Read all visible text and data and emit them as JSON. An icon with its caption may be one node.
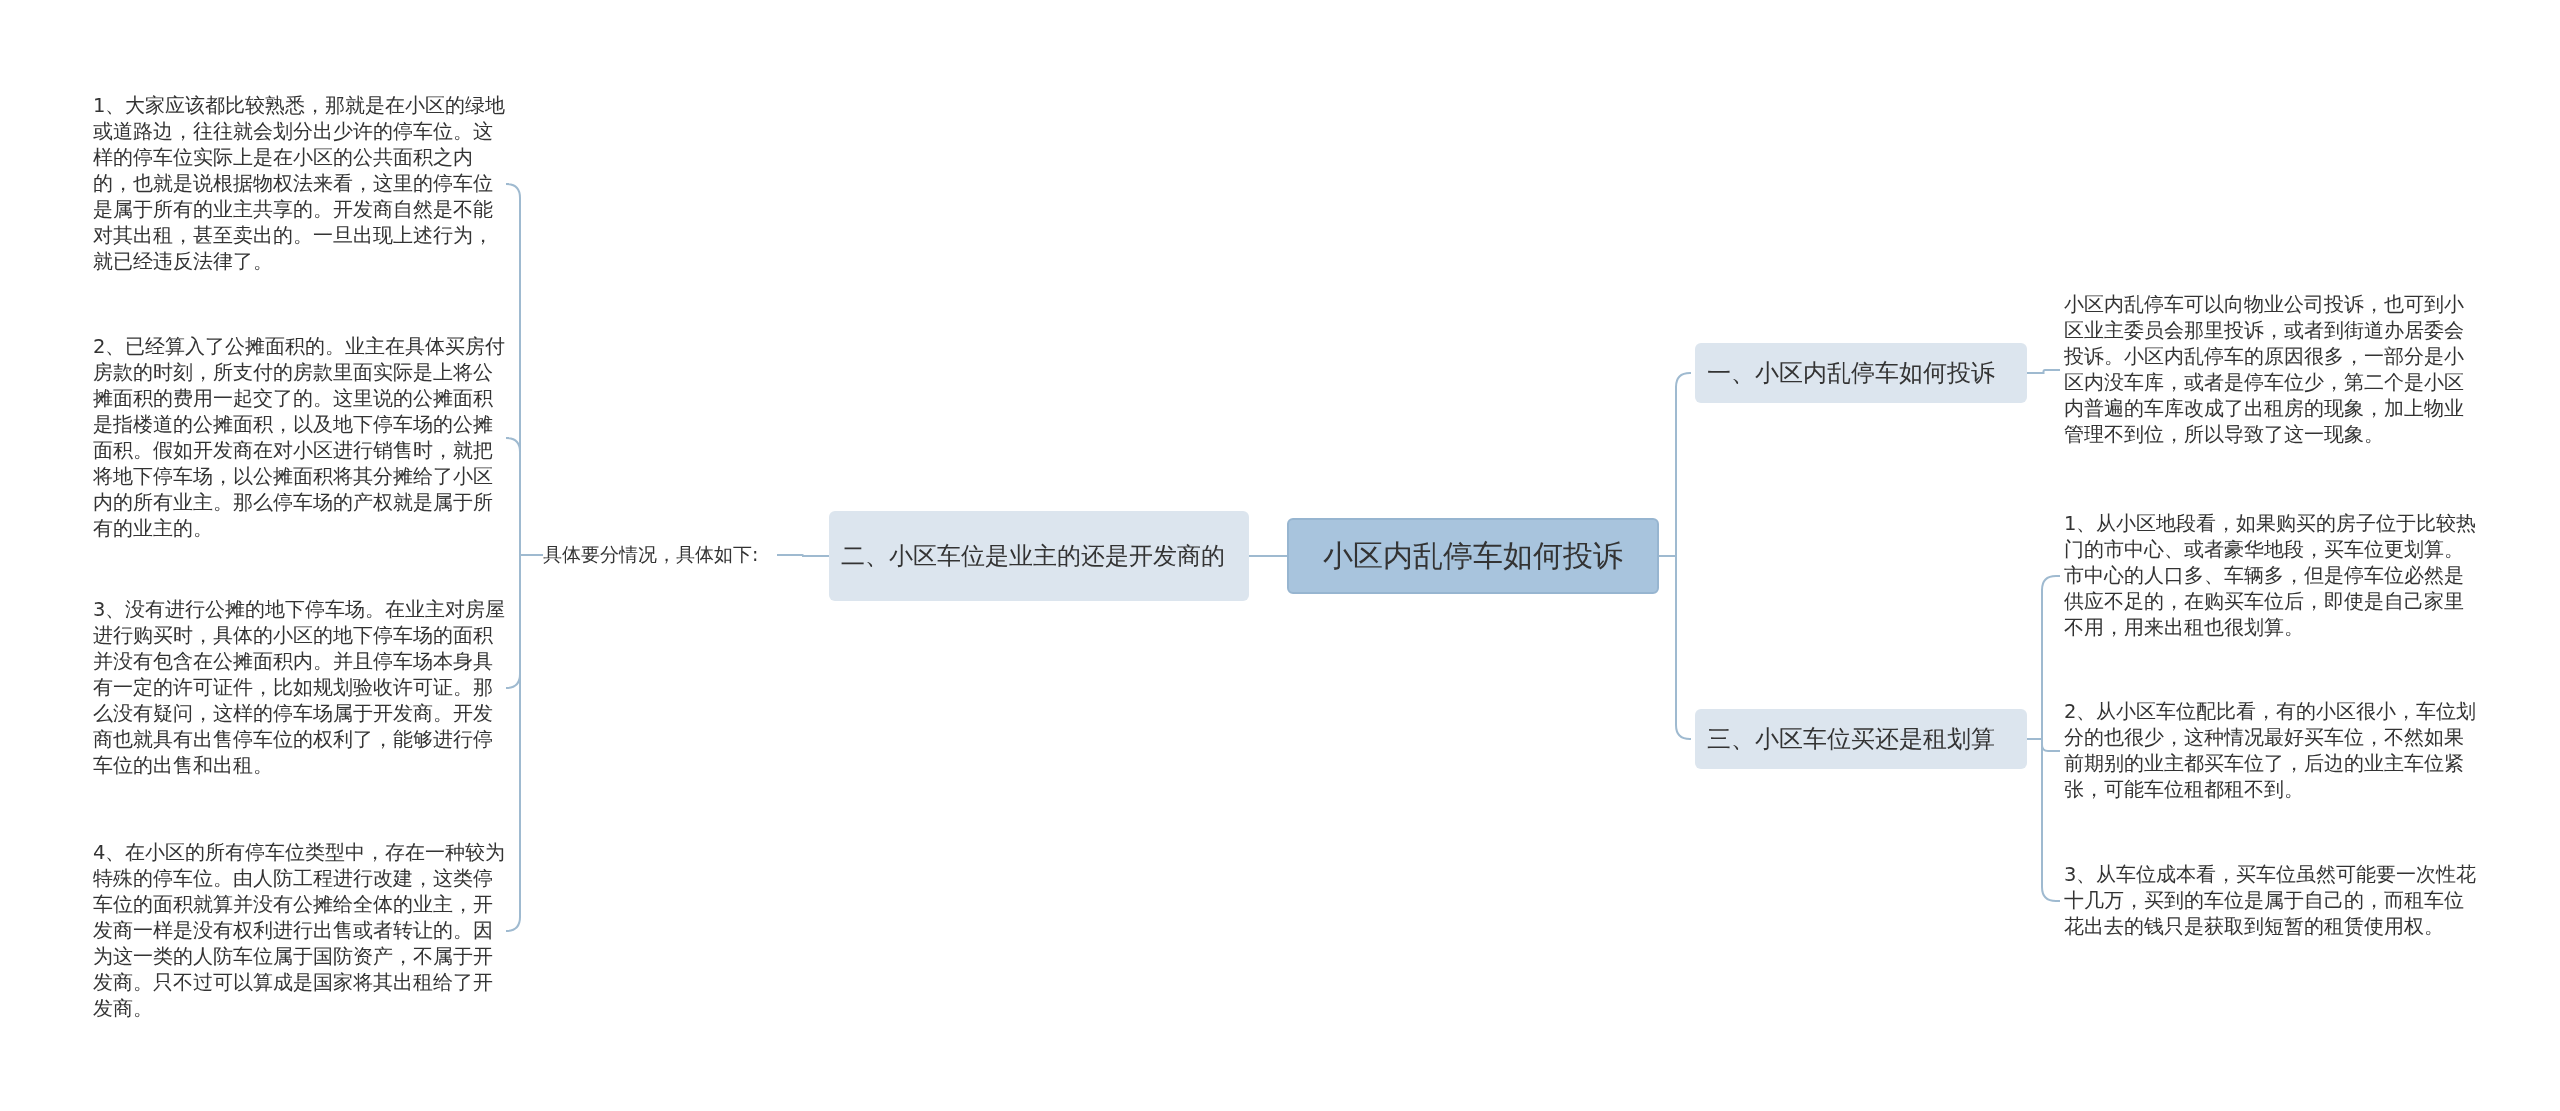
{
  "diagram": {
    "nodes": [
      {
        "text": [
          "小区内乱停车如何投诉"
        ]
      },
      {
        "text": [
          "二、小区车位是业主的还是开发商的"
        ]
      },
      {
        "text": [
          "具体要分情况，具体如下:"
        ]
      },
      {
        "text": [
          "1、大家应该都比较熟悉，那就是在小区的绿地或道路边，往往就会划分出少许的停车位。这样的停车位实际上是在小区的公共面积之内的，也就是说根据物权法来看，这里的停车位是属于所有的业主共享的。开发商自然是不能对其出租，甚至卖出的。一旦出现上述行为，就已经违反法律了。"
        ]
      },
      {
        "text": [
          "2、已经算入了公摊面积的。业主在具体买房付房款的时刻，所支付的房款里面实际是上将公摊面积的费用一起交了的。这里说的公摊面积是指楼道的公摊面积，以及地下停车场的公摊面积。假如开发商在对小区进行销售时，就把将地下停车场，以公摊面积将其分摊给了小区内的所有业主。那么停车场的产权就是属于所有的业主的。"
        ]
      },
      {
        "text": [
          "3、没有进行公摊的地下停车场。在业主对房屋进行购买时，具体的小区的地下停车场的面积并没有包含在公摊面积内。并且停车场本身具有一定的许可证件，比如规划验收许可证。那么没有疑问，这样的停车场属于开发商。开发商也就具有出售停车位的权利了，能够进行停车位的出售和出租。"
        ]
      },
      {
        "text": [
          "4、在小区的所有停车位类型中，存在一种较为特殊的停车位。由人防工程进行改建，这类停车位的面积就算并没有公摊给全体的业主，开发商一样是没有权利进行出售或者转让的。因为这一类的人防车位属于国防资产，不属于开发商。只不过可以算成是国家将其出租给了开发商。"
        ]
      },
      {
        "text": [
          "一、小区内乱停车如何投诉"
        ]
      },
      {
        "text": [
          "小区内乱停车可以向物业公司投诉，也可到小区业主委员会那里投诉，或者到街道办居委会投诉。小区内乱停车的原因很多，一部分是小区内没车库，或者是停车位少，第二个是小区内普遍的车库改成了出租房的现象，加上物业管理不到位，所以导致了这一现象。"
        ]
      },
      {
        "text": [
          "三、小区车位买还是租划算"
        ]
      },
      {
        "text": [
          "1、从小区地段看，如果购买的房子位于比较热门的市中心、或者豪华地段，买车位更划算。市中心的人口多、车辆多，但是停车位必然是供应不足的，在购买车位后，即使是自己家里不用，用来出租也很划算。"
        ]
      },
      {
        "text": [
          "2、从小区车位配比看，有的小区很小，车位划分的也很少，这种情况最好买车位，不然如果前期别的业主都买车位了，后边的业主车位紧张，可能车位租都租不到。"
        ]
      },
      {
        "text": [
          "3、从车位成本看，买车位虽然可能要一次性花十几万，买到的车位是属于自己的，而租车位花出去的钱只是获取到短暂的租赁使用权。"
        ]
      }
    ],
    "edges": [
      {
        "from": 0,
        "to": 1,
        "arrow": "none"
      },
      {
        "from": 1,
        "to": 2,
        "arrow": "none"
      },
      {
        "from": 2,
        "to": 3,
        "arrow": "none"
      },
      {
        "from": 2,
        "to": 4,
        "arrow": "none"
      },
      {
        "from": 2,
        "to": 5,
        "arrow": "none"
      },
      {
        "from": 2,
        "to": 6,
        "arrow": "none"
      },
      {
        "from": 0,
        "to": 7,
        "arrow": "none"
      },
      {
        "from": 7,
        "to": 8,
        "arrow": "none"
      },
      {
        "from": 0,
        "to": 9,
        "arrow": "none"
      },
      {
        "from": 9,
        "to": 10,
        "arrow": "none"
      },
      {
        "from": 9,
        "to": 11,
        "arrow": "none"
      },
      {
        "from": 9,
        "to": 12,
        "arrow": "none"
      }
    ]
  }
}
